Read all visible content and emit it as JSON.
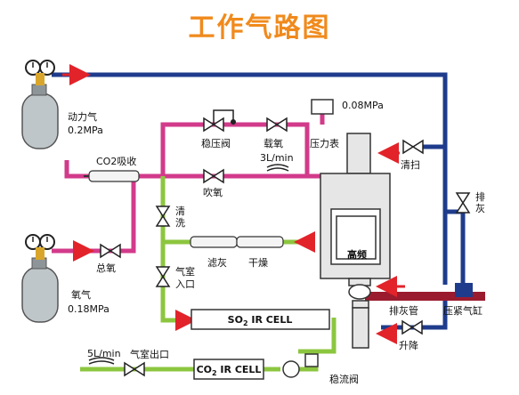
{
  "title": "工作气路图",
  "colors": {
    "title": "#f08a1c",
    "blue_line": "#1f3c8c",
    "pink_line": "#d23a8a",
    "green_line": "#8cc63f",
    "red_line": "#9b1b2e",
    "device": "#e6e6e6"
  },
  "labels": {
    "power_gas_name": "动力气",
    "power_gas_pressure": "0.2MPa",
    "oxygen_name": "氧气",
    "oxygen_pressure": "0.18MPa",
    "co2_absorb": "CO2吸收",
    "main_oxygen": "总氧",
    "pressure_valve": "稳压阀",
    "carrier_oxygen": "载氧",
    "pressure_gauge": "压力表",
    "pressure_value": "0.08MPa",
    "flow_top": "3L/min",
    "blow_oxygen": "吹氧",
    "purge_left": "清洗",
    "filter_ash": "滤灰",
    "dry": "干燥",
    "chamber_inlet_1": "气室",
    "chamber_inlet_2": "入口",
    "high_freq": "高频",
    "clean": "清扫",
    "ash_discharge_v": "排灰",
    "ash_pipe": "排灰管",
    "press_cylinder": "压紧气缸",
    "lift": "升降",
    "so2_cell_prefix": "SO",
    "so2_cell_sub": "2",
    "so2_cell_suffix": " IR CELL",
    "co2_cell_prefix": "CO",
    "co2_cell_sub": "2",
    "co2_cell_suffix": " IR CELL",
    "flow_bottom": "5L/min",
    "chamber_outlet": "气室出口",
    "flow_regulator": "稳流阀"
  }
}
